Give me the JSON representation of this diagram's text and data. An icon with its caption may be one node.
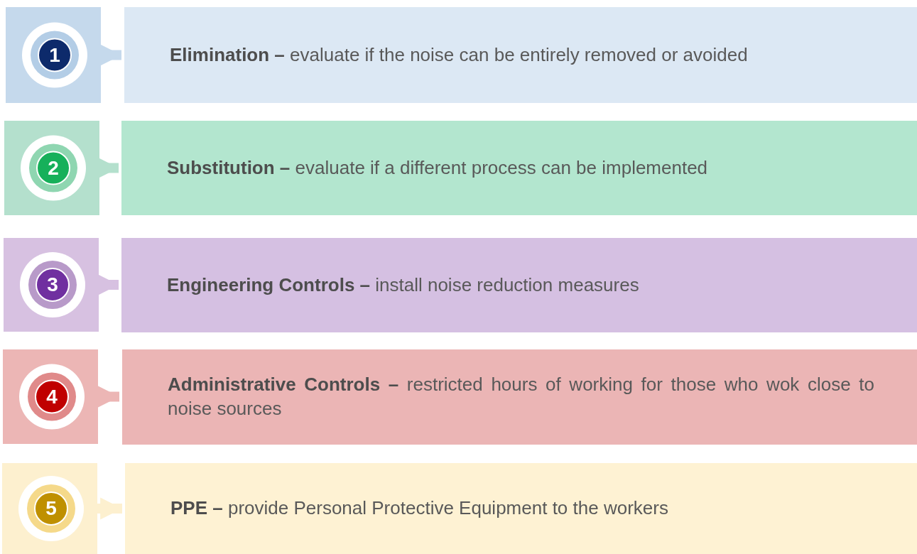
{
  "diagram": {
    "nodes": [
      {
        "text": [
          "1"
        ]
      },
      {
        "text": [
          "**Elimination –** evaluate if the noise can be entirely removed or avoided"
        ]
      },
      {
        "text": [
          "2"
        ]
      },
      {
        "text": [
          "**Substitution –** evaluate if a different process can be implemented"
        ]
      },
      {
        "text": [
          "3"
        ]
      },
      {
        "text": [
          "**Engineering Controls –** install noise reduction measures"
        ]
      },
      {
        "text": [
          "4"
        ]
      },
      {
        "text": [
          "**Administrative Controls –** restricted hours of working for those who wok close to noise sources"
        ]
      },
      {
        "text": [
          "5"
        ]
      },
      {
        "text": [
          "**PPE –** provide Personal Protective Equipment to the workers"
        ]
      }
    ],
    "edges": [
      {
        "from": 0,
        "to": 1,
        "arrow": "to"
      },
      {
        "from": 2,
        "to": 3,
        "arrow": "to"
      },
      {
        "from": 4,
        "to": 5,
        "arrow": "to"
      },
      {
        "from": 6,
        "to": 7,
        "arrow": "to"
      },
      {
        "from": 8,
        "to": 9,
        "arrow": "to"
      }
    ]
  }
}
